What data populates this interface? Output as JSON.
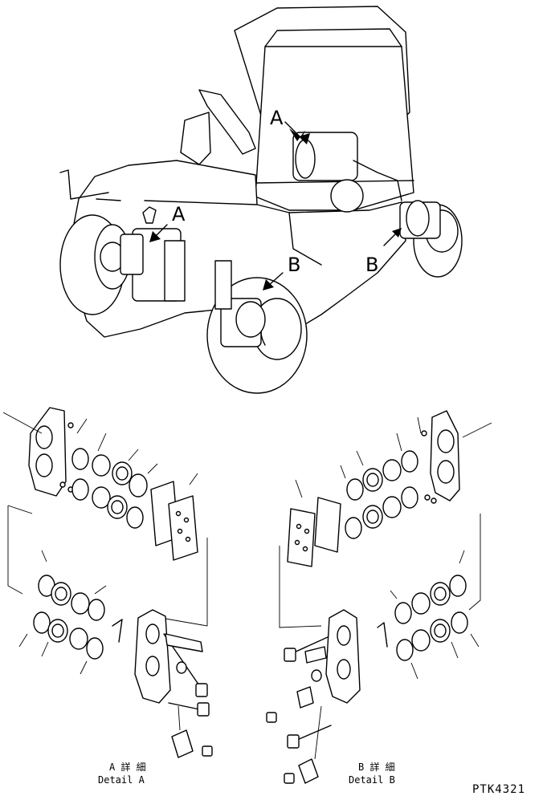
{
  "callouts": {
    "a_upper": "A",
    "a_lower": "A",
    "b_lower": "B",
    "b_right": "B"
  },
  "captions": {
    "detail_a_jp": "A 詳 細",
    "detail_a_en": "Detail A",
    "detail_b_jp": "B 詳 細",
    "detail_b_en": "Detail B"
  },
  "drawing_code": "PTK4321"
}
